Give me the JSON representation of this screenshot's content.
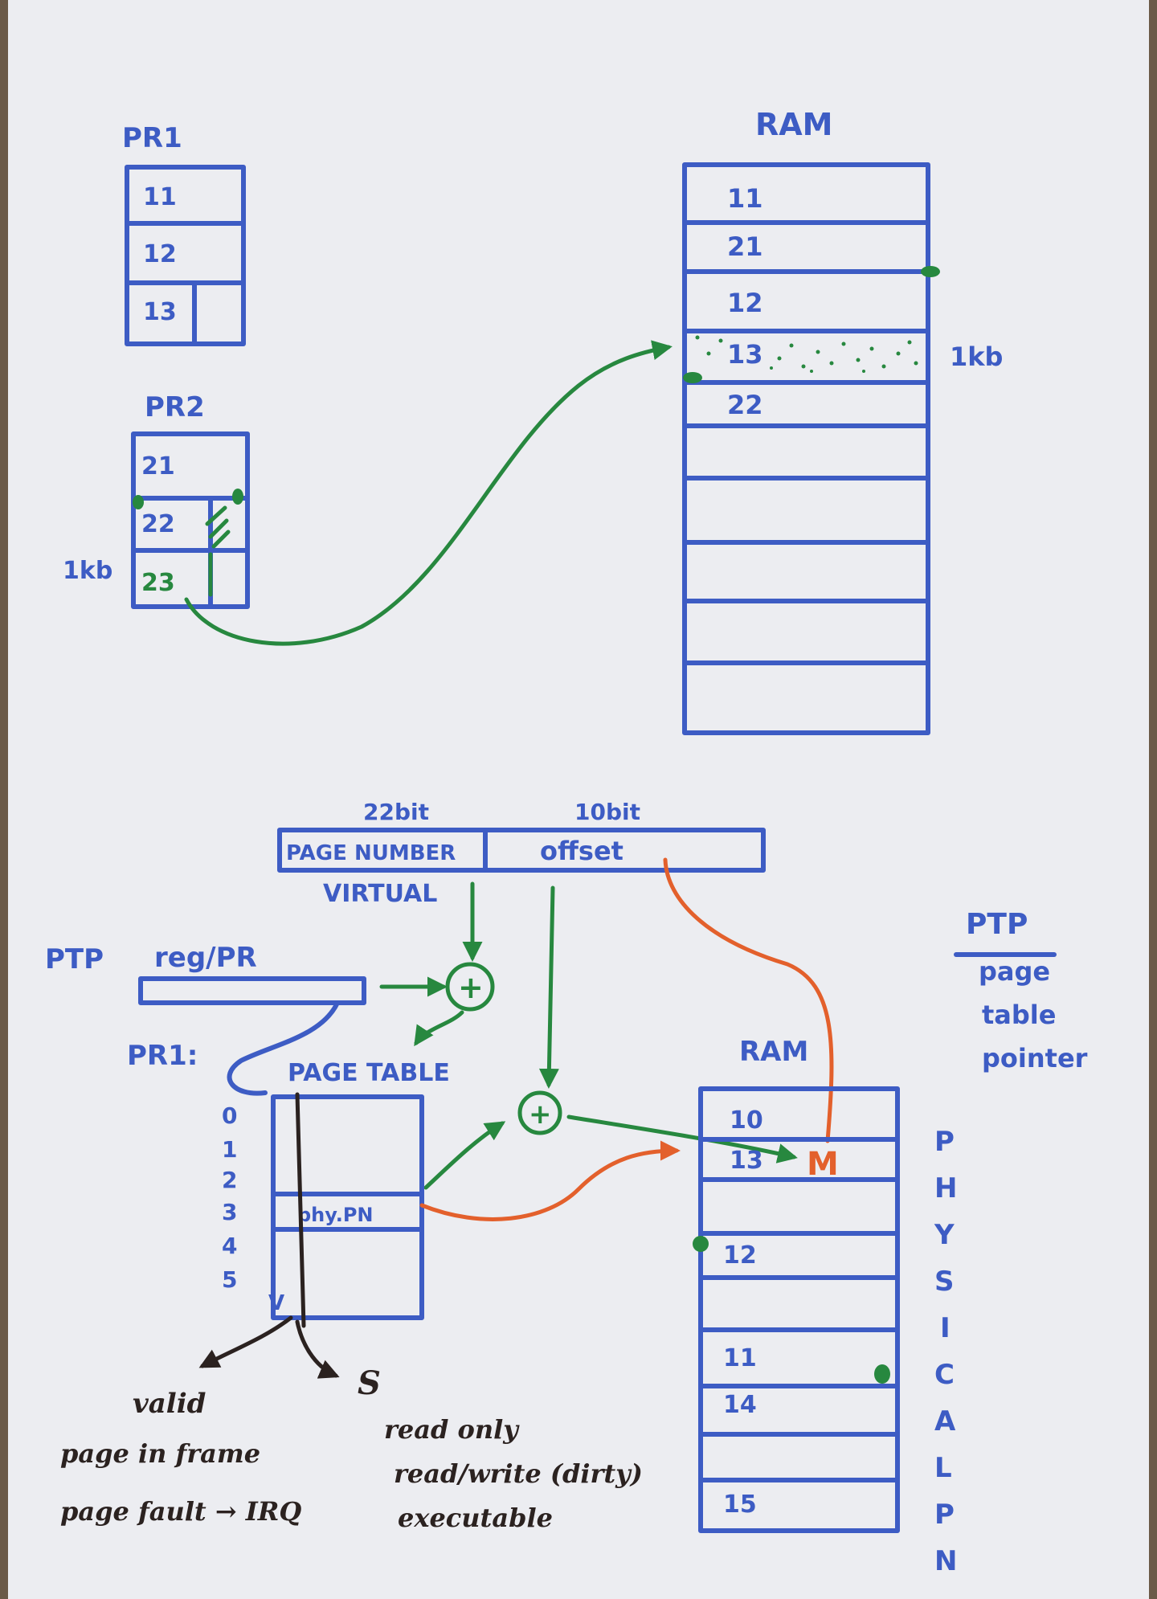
{
  "top": {
    "pr1": {
      "label": "PR1",
      "rows": [
        "11",
        "12",
        "13"
      ]
    },
    "pr2": {
      "label": "PR2",
      "rows": [
        "21",
        "22",
        "23"
      ],
      "size": "1kb"
    },
    "ram": {
      "label": "RAM",
      "rows": [
        "11",
        "21",
        "12",
        "13",
        "22"
      ],
      "size": "1kb"
    }
  },
  "bottom": {
    "address": {
      "bits_page": "22bit",
      "bits_offset": "10bit",
      "page": "PAGE NUMBER",
      "offset": "offset",
      "virtual": "VIRTUAL"
    },
    "ptp": {
      "label": "PTP",
      "reg": "reg/PR"
    },
    "pr1": "PR1:",
    "page_table": {
      "label": "PAGE TABLE",
      "indices": [
        "0",
        "1",
        "2",
        "3",
        "4",
        "5"
      ],
      "entry": "phy.PN"
    },
    "ram": {
      "label": "RAM",
      "rows": [
        "10",
        "13",
        "12",
        "11",
        "14",
        "15"
      ],
      "marker": "M"
    },
    "plus": "+",
    "physical": [
      "P",
      "H",
      "Y",
      "S",
      "I",
      "C",
      "A",
      "L",
      "P",
      "N"
    ],
    "ptp_legend": {
      "title": "PTP",
      "lines": [
        "page",
        "table",
        "pointer"
      ]
    },
    "flags": {
      "v": "V",
      "valid": "valid",
      "valid_lines": [
        "page in frame",
        "page fault → IRQ"
      ],
      "s": "S",
      "s_lines": [
        "read only",
        "read/write (dirty)",
        "executable"
      ]
    }
  },
  "colors": {
    "blue": "#3d5cc4",
    "green": "#27883f",
    "orange": "#e3602c",
    "black": "#2b2220"
  }
}
